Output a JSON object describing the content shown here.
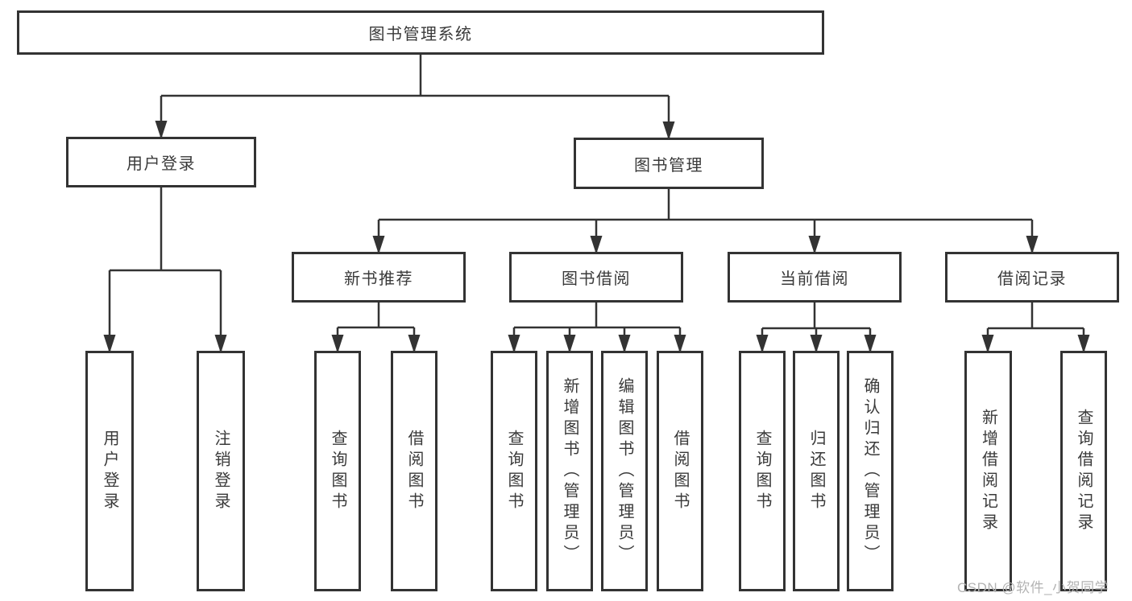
{
  "tree": {
    "label": "图书管理系统",
    "children": [
      {
        "label": "用户登录",
        "children": [
          {
            "label": "用户登录"
          },
          {
            "label": "注销登录"
          }
        ]
      },
      {
        "label": "图书管理",
        "children": [
          {
            "label": "新书推荐",
            "children": [
              {
                "label": "查询图书"
              },
              {
                "label": "借阅图书"
              }
            ]
          },
          {
            "label": "图书借阅",
            "children": [
              {
                "label": "查询图书"
              },
              {
                "label": "新增图书（管理员）"
              },
              {
                "label": "编辑图书（管理员）"
              },
              {
                "label": "借阅图书"
              }
            ]
          },
          {
            "label": "当前借阅",
            "children": [
              {
                "label": "查询图书"
              },
              {
                "label": "归还图书"
              },
              {
                "label": "确认归还（管理员）"
              }
            ]
          },
          {
            "label": "借阅记录",
            "children": [
              {
                "label": "新增借阅记录"
              },
              {
                "label": "查询借阅记录"
              }
            ]
          }
        ]
      }
    ]
  },
  "watermark": "CSDN @软件_小贺同学",
  "colors": {
    "line": "#333333",
    "box_border": "#333333",
    "text": "#3a3a3a",
    "watermark": "#b3b3b3",
    "background": "#ffffff"
  }
}
